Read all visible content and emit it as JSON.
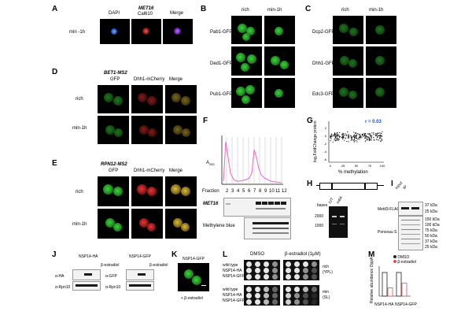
{
  "panels": {
    "A": {
      "letter": "A",
      "col1": "DAPI",
      "col2_title": "MET16",
      "col2_sub": "Cal610",
      "col3": "Merge",
      "row": "min -1h"
    },
    "B": {
      "letter": "B",
      "cols": [
        "rich",
        "min-1h"
      ],
      "rows": [
        "Pab1-GFP",
        "Ded1-GFP",
        "Pub1-GFP"
      ]
    },
    "C": {
      "letter": "C",
      "cols": [
        "rich",
        "min-1h"
      ],
      "rows": [
        "Dcp2-GFP",
        "Dhh1-GFP",
        "Edc3-GFP"
      ]
    },
    "D": {
      "letter": "D",
      "col1_title": "BET1-MS2",
      "col1_sub": "GFP",
      "col2": "Dhh1-mCherry",
      "col3": "Merge",
      "rows": [
        "rich",
        "min-1h"
      ]
    },
    "E": {
      "letter": "E",
      "col1_title": "RPN12-MS2",
      "col1_sub": "GFP",
      "col2": "Dhh1-mCherry",
      "col3": "Merge",
      "rows": [
        "rich",
        "min-1h"
      ]
    },
    "F": {
      "letter": "F",
      "ylabel": "A",
      "ylabel_sub": "260",
      "fraction_label": "Fraction",
      "fractions": [
        "2",
        "3",
        "4",
        "5",
        "6",
        "7",
        "8",
        "9",
        "10",
        "11",
        "12"
      ],
      "blot1": "MET16",
      "blot2": "Methylene blue"
    },
    "G": {
      "letter": "G",
      "ylabel": "log₂FoldChange protein",
      "xlabel": "% methylation",
      "r_label": "r = 0.03",
      "xticks": [
        "0",
        "25",
        "50",
        "75",
        "100"
      ],
      "yticks": [
        "2",
        "0",
        "-2",
        "-4",
        "-6"
      ]
    },
    "H": {
      "letter": "H",
      "ladder_title": "bases",
      "ladder_marks": [
        "2000",
        "1000"
      ],
      "lanes": [
        "IVT",
        "m6A"
      ]
    },
    "I": {
      "letter": "I",
      "lanes": [
        "Input",
        "IP"
      ],
      "blot1": "Mettl3-FLAG",
      "blot2": "Ponceau S",
      "markers": [
        "37 kDa",
        "25 kDa",
        "150 kDa",
        "100 kDa",
        "75 kDa",
        "50 kDa",
        "37 kDa",
        "25 kDa"
      ]
    },
    "J": {
      "letter": "J",
      "left_header": "NSP14-HA",
      "right_header": "NSP14-GFP",
      "estradiol": "β-estradiol",
      "left_rows": [
        "α-HA",
        "α-Rpn10"
      ],
      "right_rows": [
        "α-GFP",
        "α-Rpn10"
      ]
    },
    "K": {
      "letter": "K",
      "title": "NSP14-GFP",
      "caption": "+ β-estradiol"
    },
    "L": {
      "letter": "L",
      "left_header": "DMSO",
      "right_header": "β-estradiol (1μM)",
      "strains": [
        "wild type",
        "NSP14-HA",
        "NSP14-GFP"
      ],
      "row1_label": "rich",
      "row1_sub": "(YPL)",
      "row2_label": "min",
      "row2_sub": "(SL)"
    },
    "M": {
      "letter": "M",
      "legend": [
        "DMSO",
        "β-estradiol"
      ],
      "ylabel": "Relative abundance OppA",
      "xlabels": [
        "NSP14-HA",
        "NSP14-GFP"
      ],
      "colors": {
        "dmso": "#222222",
        "estradiol": "#e05050"
      }
    }
  },
  "chart_data": {
    "type": "bar",
    "categories": [
      "NSP14-HA",
      "NSP14-GFP"
    ],
    "series": [
      {
        "name": "DMSO",
        "values": [
          1.0,
          1.0
        ]
      },
      {
        "name": "β-estradiol",
        "values": [
          0.35,
          0.55
        ]
      }
    ],
    "ylabel": "Relative abundance OppA",
    "ylim": [
      0,
      1.2
    ]
  }
}
